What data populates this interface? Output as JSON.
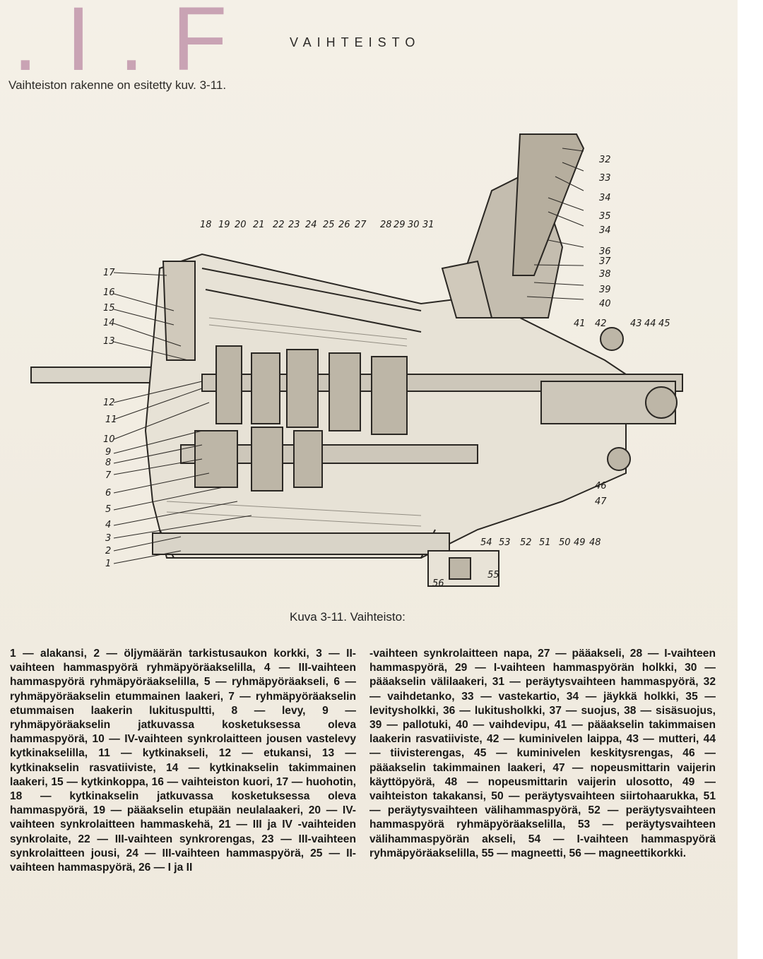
{
  "page": {
    "corner_letters": ". I . F",
    "heading": "VAIHTEISTO",
    "intro": "Vaihteiston rakenne on esitetty kuv. 3-11.",
    "caption": "Kuva 3-11. Vaihteisto:"
  },
  "figure": {
    "callouts_top": [
      "18",
      "19",
      "20",
      "21",
      "22",
      "23",
      "24",
      "25",
      "26",
      "27",
      "28",
      "29",
      "30",
      "31"
    ],
    "callouts_left": [
      "17",
      "16",
      "15",
      "14",
      "13",
      "12",
      "11",
      "10",
      "9",
      "8",
      "7",
      "6",
      "5",
      "4",
      "3",
      "2",
      "1"
    ],
    "callouts_right": [
      "32",
      "33",
      "34",
      "35",
      "34",
      "36",
      "37",
      "38",
      "39",
      "40"
    ],
    "callouts_right_mid": [
      "41",
      "42",
      "43",
      "44",
      "45"
    ],
    "callouts_right_low": [
      "46",
      "47"
    ],
    "callouts_bottom": [
      "54",
      "53",
      "52",
      "51",
      "50",
      "49",
      "48"
    ],
    "inset_labels": [
      "56",
      "55"
    ]
  },
  "legend": {
    "left_column": "1 — alakansi, 2 — öljymäärän tarkistusaukon korkki, 3 — II-vaihteen hammaspyörä ryhmäpyöräakselilla, 4 — III-vaihteen hammaspyörä ryhmäpyöräakselilla, 5 — ryhmäpyöräakseli, 6 — ryhmäpyöräakselin etummainen laakeri, 7 — ryhmäpyöräakselin etummaisen laakerin lukituspultti, 8 — levy, 9 — ryhmäpyöräakselin jatkuvassa kosketuksessa oleva hammaspyörä, 10 — IV-vaihteen synkrolaitteen jousen vastelevy kytkinakselilla, 11 — kytkinakseli, 12 — etukansi, 13 — kytkinakselin rasvatiiviste, 14 — kytkinakselin takimmainen laakeri, 15 — kytkinkoppa, 16 — vaihteiston kuori, 17 — huohotin, 18 — kytkinakselin jatkuvassa kosketuksessa oleva hammaspyörä, 19 — pääakselin etupään neulalaakeri, 20 — IV-vaihteen synkrolaitteen hammaskehä, 21 — III ja IV -vaihteiden synkrolaite, 22 — III-vaihteen synkrorengas, 23 — III-vaihteen synkrolaitteen jousi, 24 — III-vaihteen hammaspyörä, 25 — II-vaihteen hammaspyörä, 26 — I ja II",
    "right_column": "-vaihteen synkrolaitteen napa, 27 — pääakseli, 28 — I-vaihteen hammaspyörä, 29 — I-vaihteen hammaspyörän holkki, 30 — pääakselin välilaakeri, 31 — peräytysvaihteen hammaspyörä, 32 — vaihdetanko, 33 — vastekartio, 34 — jäykkä holkki, 35 — levitysholkki, 36 — lukitusholkki, 37 — suojus, 38 — sisäsuojus, 39 — pallotuki, 40 — vaihdevipu, 41 — pääakselin takimmaisen laakerin rasvatiiviste, 42 — kuminivelen laippa, 43 — mutteri, 44 — tiivisterengas, 45 — kuminivelen keskitysrengas, 46 — pääakselin takimmainen laakeri, 47 — nopeusmittarin vaijerin käyttöpyörä, 48 — nopeusmittarin vaijerin ulosotto, 49 — vaihteiston takakansi, 50 — peräytysvaihteen siirtohaarukka, 51 — peräytysvaihteen välihammaspyörä, 52 — peräytysvaihteen hammaspyörä ryhmäpyöräakselilla, 53 — peräytysvaihteen välihammaspyörän akseli, 54 — I-vaihteen hammaspyörä ryhmäpyöräakselilla, 55 — magneetti, 56 — magneettikorkki."
  },
  "colors": {
    "paper": "#f3efe6",
    "ink": "#1d1b18",
    "mark": "#c9a3b4"
  }
}
